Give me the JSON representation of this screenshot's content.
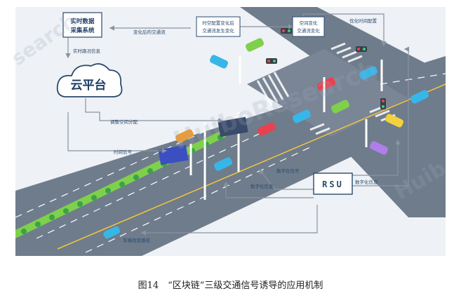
{
  "diagram": {
    "nodes": {
      "data_system": [
        "实时数据",
        "采集系统"
      ],
      "cloud": "云平台",
      "rsu": "RSU",
      "signal_left": [
        "时空配置变化后",
        "交通流发生变化"
      ],
      "signal_right": [
        "空间变化",
        "交通流变化"
      ],
      "timing_opt": "优化时间配置"
    },
    "labels": {
      "changed_flow": "变化后的交通流",
      "realtime_info": "实时路况信息",
      "adjust_space": "调整空间分配",
      "timing_signal": "时间信号",
      "digital_guide_1": "数字化信号",
      "digital_info": "数字化信息",
      "digital_guide_2": "数字化信息",
      "vehicle_change": "车辆改变路径"
    },
    "colors": {
      "road": "#6f7c8c",
      "lane_line": "#ffffff",
      "node_border": "#2a4a6e",
      "arrow": "#8a93a0",
      "grass": "#7fd04a",
      "ground": "#eef1f5"
    }
  },
  "caption": "图14　“区块链”三级交通信号诱导的应用机制"
}
